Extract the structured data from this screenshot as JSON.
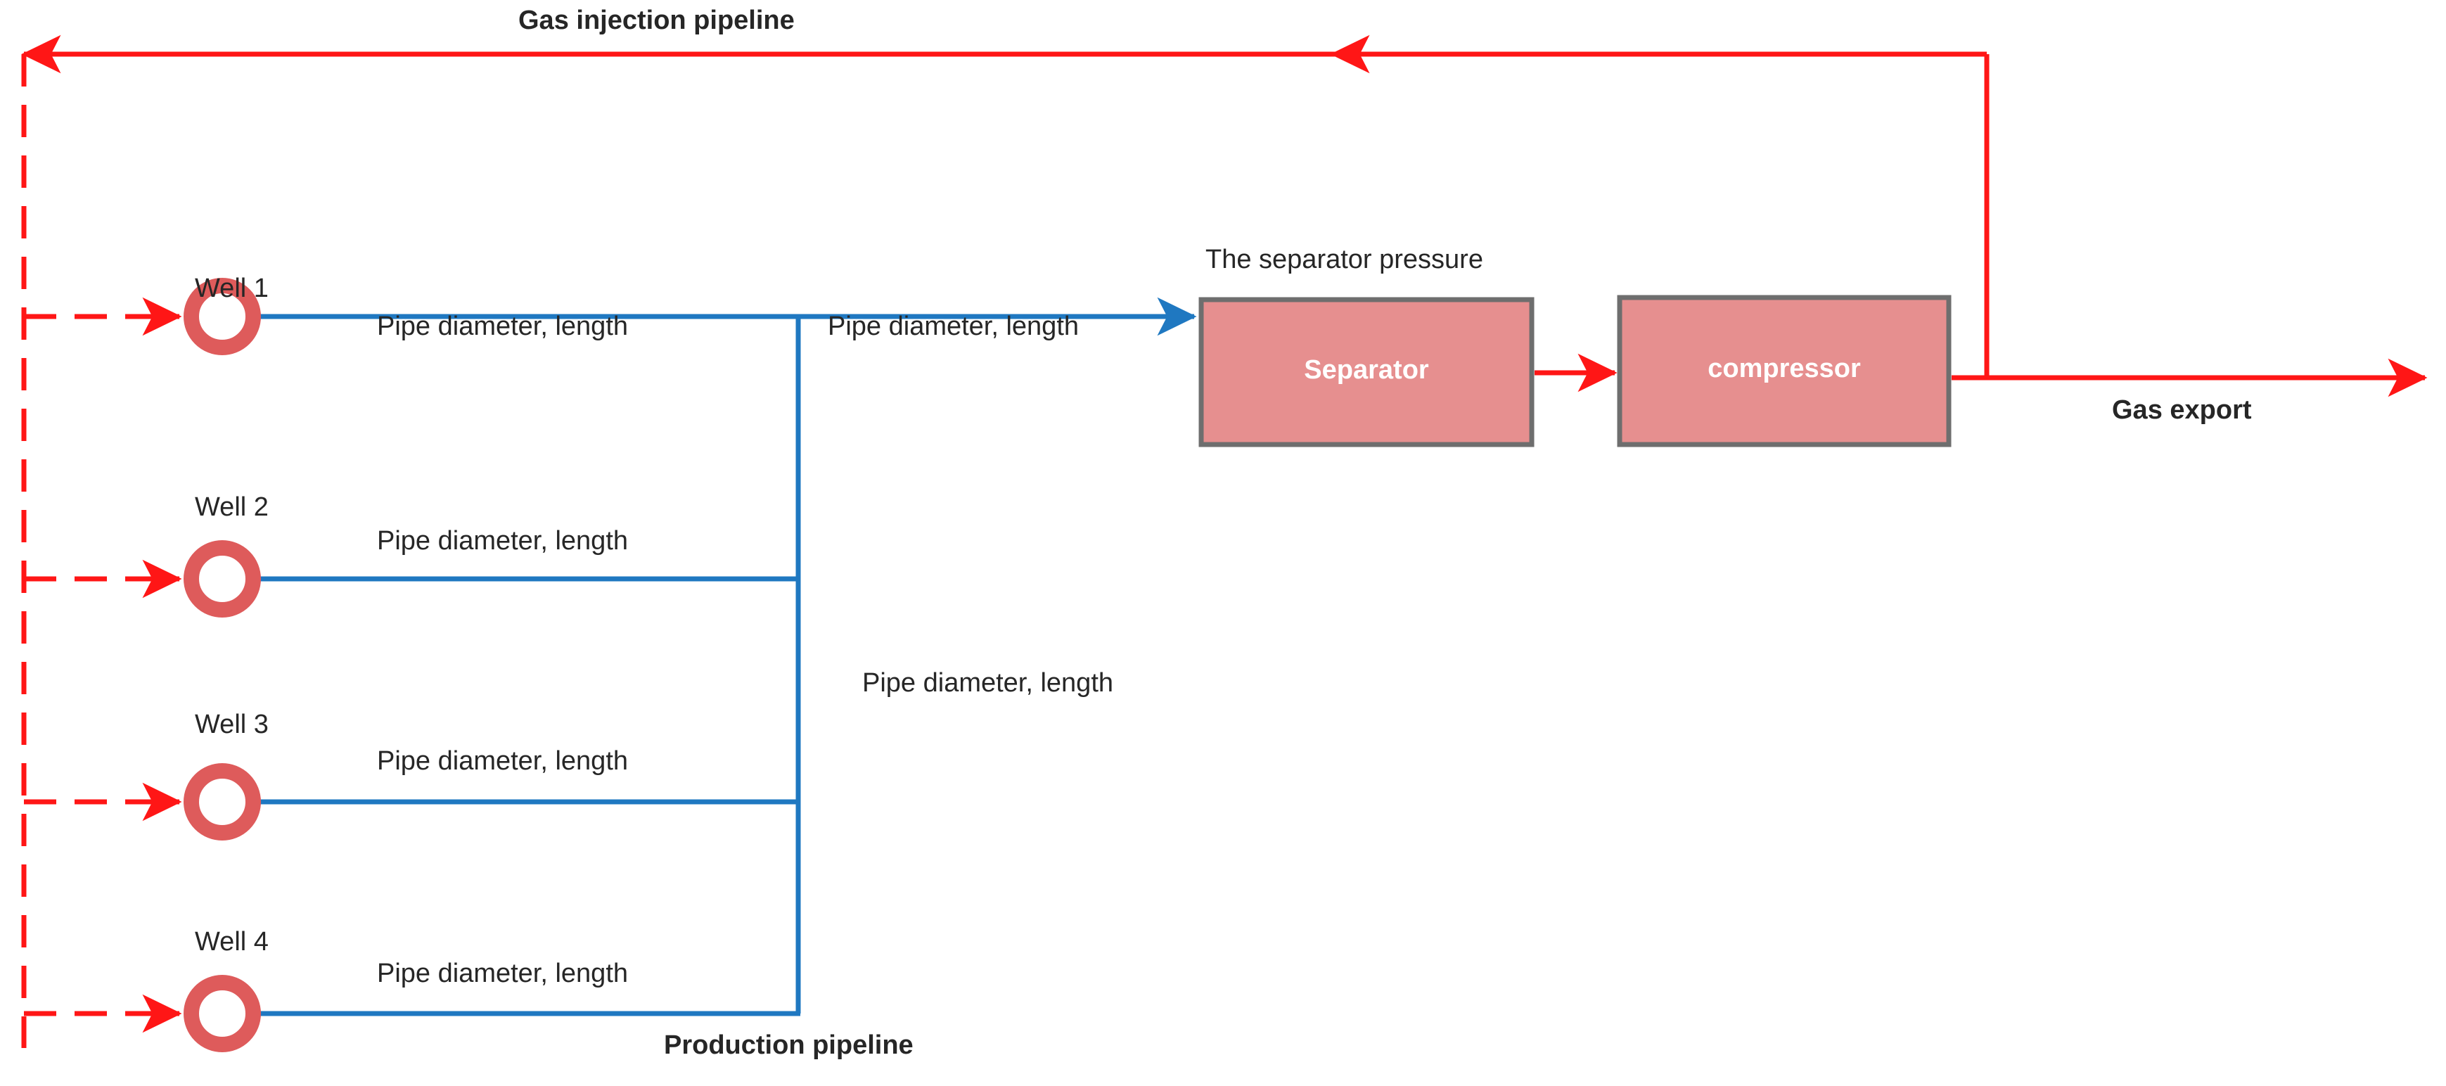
{
  "diagram": {
    "title_top": "Gas injection pipeline",
    "title_bottom": "Production pipeline",
    "separator_note": "The separator pressure",
    "gas_export_label": "Gas export",
    "colors": {
      "injection_red": "#ff1616",
      "production_blue": "#1f78c1",
      "well_ring": "#de5b5b",
      "vessel_fill": "#e68f8f",
      "vessel_border": "#6e6e6e",
      "text": "#262626"
    },
    "wells": [
      {
        "label": "Well 1",
        "pipe_label": "Pipe diameter, length"
      },
      {
        "label": "Well 2",
        "pipe_label": "Pipe diameter, length"
      },
      {
        "label": "Well 3",
        "pipe_label": "Pipe diameter, length"
      },
      {
        "label": "Well 4",
        "pipe_label": "Pipe diameter, length"
      }
    ],
    "trunk_pipe_label": "Pipe diameter, length",
    "manifold_pipe_label": "Pipe diameter, length",
    "vessels": [
      {
        "name": "Separator"
      },
      {
        "name": "compressor"
      }
    ]
  }
}
